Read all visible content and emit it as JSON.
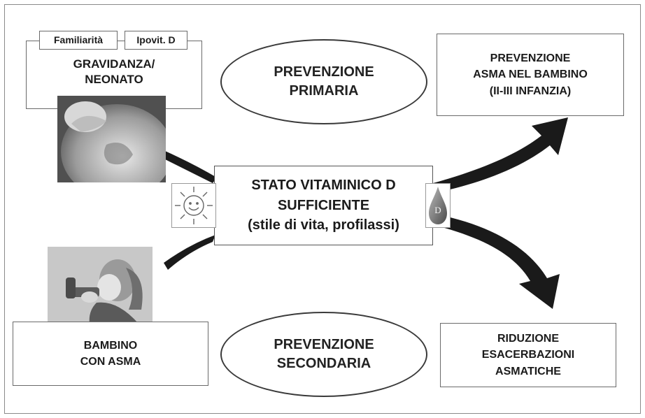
{
  "tags": {
    "familiarita": "Familiarità",
    "ipovit": "Ipovit. D"
  },
  "gravidanza": {
    "line1": "GRAVIDANZA/",
    "line2": "NEONATO"
  },
  "prev_primaria": {
    "line1": "PREVENZIONE",
    "line2": "PRIMARIA"
  },
  "prev_asma": {
    "line1": "PREVENZIONE",
    "line2": "ASMA NEL BAMBINO",
    "line3": "(II-III INFANZIA)"
  },
  "center": {
    "line1": "STATO VITAMINICO D",
    "line2": "SUFFICIENTE",
    "line3": "(stile di vita, profilassi)"
  },
  "bambino": {
    "line1": "BAMBINO",
    "line2": "CON ASMA"
  },
  "prev_secondaria": {
    "line1": "PREVENZIONE",
    "line2": "SECONDARIA"
  },
  "riduzione": {
    "line1": "RIDUZIONE",
    "line2": "ESACERBAZIONI",
    "line3": "ASMATICHE"
  },
  "drop_label": "D",
  "icons": {
    "sun": "sun-icon",
    "drop": "vitamin-d-drop-icon"
  },
  "colors": {
    "arrow": "#1a1a1a",
    "border": "#6a6a6a",
    "text": "#1b1b1b"
  }
}
